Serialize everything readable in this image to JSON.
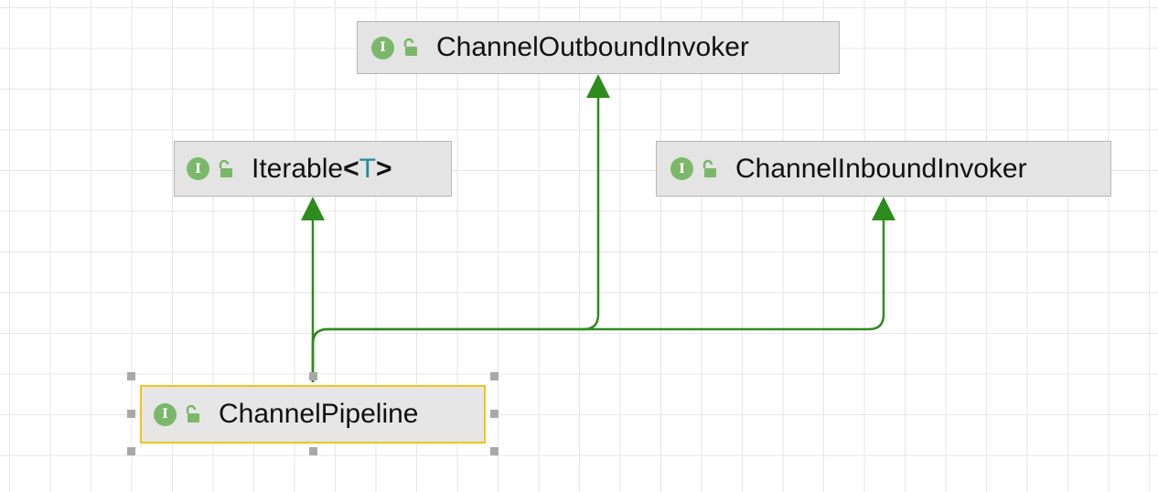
{
  "nodes": {
    "outbound": {
      "name": "ChannelOutboundInvoker",
      "badge": "I",
      "badge_icon": "interface-icon",
      "visibility_icon": "public-lock-icon"
    },
    "iterable": {
      "name": "Iterable",
      "open": "<",
      "param": "T",
      "close": ">",
      "badge": "I",
      "badge_icon": "interface-icon",
      "visibility_icon": "public-lock-icon"
    },
    "inbound": {
      "name": "ChannelInboundInvoker",
      "badge": "I",
      "badge_icon": "interface-icon",
      "visibility_icon": "public-lock-icon"
    },
    "pipeline": {
      "name": "ChannelPipeline",
      "badge": "I",
      "badge_icon": "interface-icon",
      "visibility_icon": "public-lock-icon",
      "selected": true
    }
  },
  "edges": [
    {
      "from": "ChannelPipeline",
      "to": "Iterable<T>",
      "kind": "extends"
    },
    {
      "from": "ChannelPipeline",
      "to": "ChannelOutboundInvoker",
      "kind": "extends"
    },
    {
      "from": "ChannelPipeline",
      "to": "ChannelInboundInvoker",
      "kind": "extends"
    }
  ],
  "colors": {
    "edge": "#2e8b1e",
    "badge": "#7bb86a",
    "selection": "#f0c419",
    "type_param": "#1f8a9a"
  }
}
